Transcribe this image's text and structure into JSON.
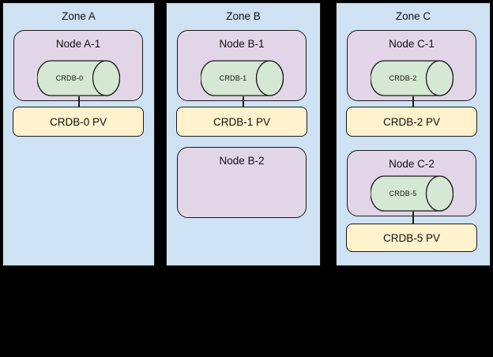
{
  "diagram": {
    "type": "kubernetes-zone-topology",
    "colors": {
      "background": "#000000",
      "zone_fill": "#cfe2f3",
      "node_fill": "#e1d5e7",
      "database_fill": "#d5e8d4",
      "pv_fill": "#fff2cc",
      "border": "#1a1a1a"
    },
    "zones": [
      {
        "title": "Zone A",
        "nodes": [
          {
            "title": "Node A-1",
            "db": "CRDB-0",
            "pv": "CRDB-0 PV"
          }
        ]
      },
      {
        "title": "Zone B",
        "nodes": [
          {
            "title": "Node B-1",
            "db": "CRDB-1",
            "pv": "CRDB-1 PV"
          },
          {
            "title": "Node B-2"
          }
        ]
      },
      {
        "title": "Zone C",
        "nodes": [
          {
            "title": "Node C-1",
            "db": "CRDB-2",
            "pv": "CRDB-2 PV"
          },
          {
            "title": "Node C-2",
            "db": "CRDB-5",
            "pv": "CRDB-5 PV"
          }
        ]
      }
    ]
  }
}
